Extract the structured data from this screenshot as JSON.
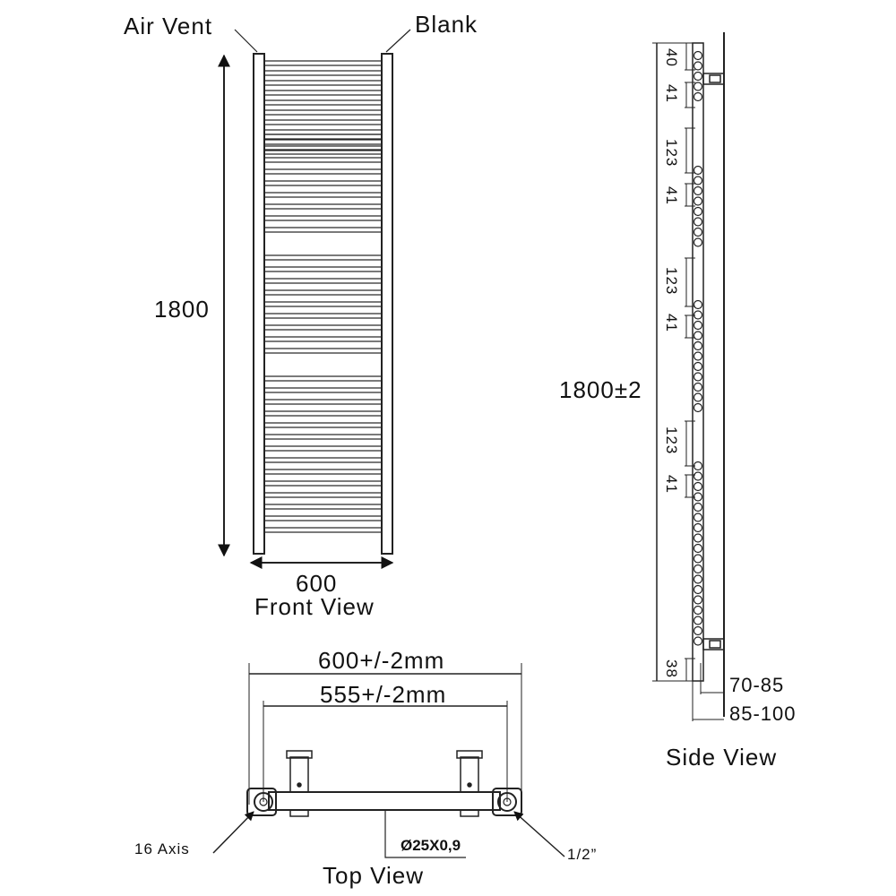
{
  "front_view": {
    "caption": "Front View",
    "air_vent": "Air Vent",
    "blank": "Blank",
    "height": "1800",
    "width": "600"
  },
  "side_view": {
    "caption": "Side View",
    "height": "1800±2",
    "dims": [
      "40",
      "41",
      "123",
      "41",
      "123",
      "41",
      "123",
      "41",
      "38"
    ],
    "wall_a": "70-85",
    "wall_b": "85-100"
  },
  "top_view": {
    "caption": "Top View",
    "outer_width": "600+/-2mm",
    "inner_width": "555+/-2mm",
    "axis": "16 Axis",
    "tube": "Ø25X0,9",
    "thread": "1/2”"
  }
}
